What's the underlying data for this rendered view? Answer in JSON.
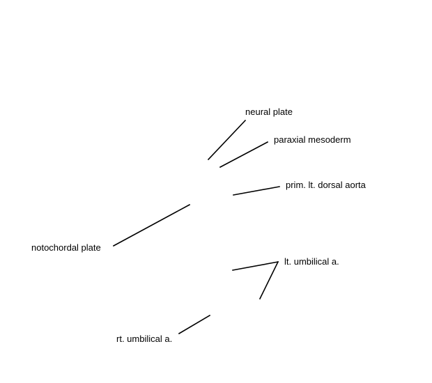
{
  "labels": {
    "neural_plate": "neural plate",
    "paraxial_mesoderm": "paraxial mesoderm",
    "prim_lt_dorsal_aorta": "prim. lt. dorsal aorta",
    "notochordal_plate": "notochordal plate",
    "lt_umbilical_a": "lt. umbilical a.",
    "rt_umbilical_a": "rt. umbilical a."
  },
  "colors": {
    "background": "#ffffff",
    "line": "#000000",
    "text": "#000000"
  }
}
